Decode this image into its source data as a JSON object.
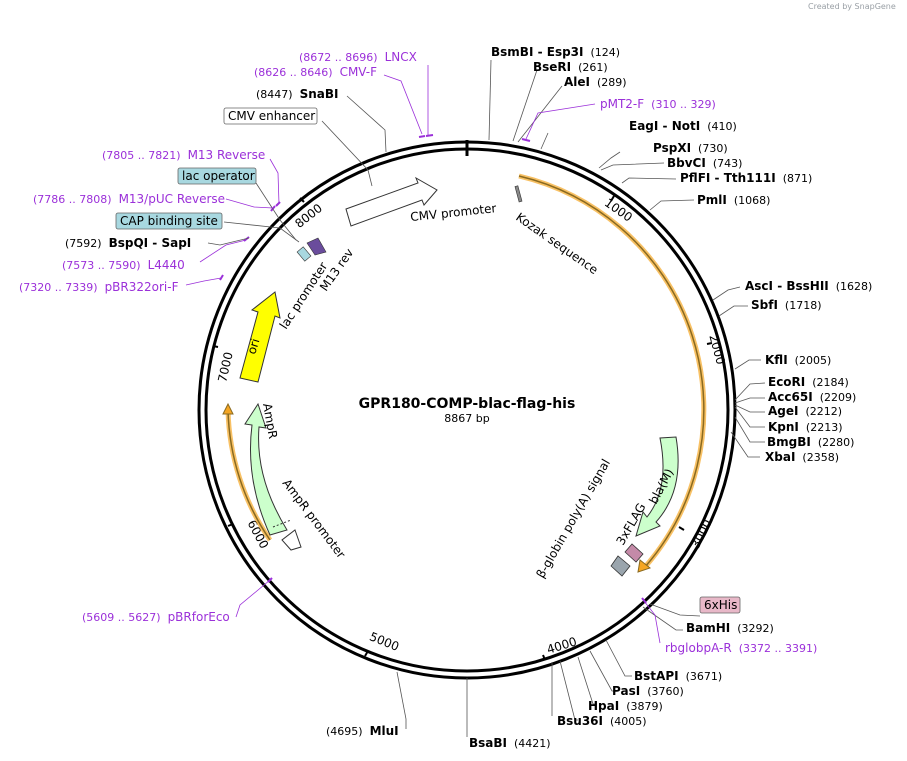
{
  "watermark": "Created by SnapGene",
  "plasmid": {
    "name": "GPR180-COMP-blac-flag-his",
    "length": "8867 bp"
  },
  "colors": {
    "backbone": "#000000",
    "primer": "#9b30d9",
    "ori": "#ffff00",
    "ampr": "#ccffcc",
    "bla": "#ccffcc",
    "orf": "#f5a623",
    "box_blue": "#a8d8e0",
    "box_pink": "#e8b8c8",
    "flag": "#c48aa8",
    "grey_feature": "#9aa5ad",
    "promoter": "#ffffff"
  },
  "ticks": [
    "1000",
    "2000",
    "3000",
    "4000",
    "5000",
    "6000",
    "7000",
    "8000"
  ],
  "enzymes": [
    {
      "name": "BsmBI",
      "name2": "Esp3I",
      "pos": "(124)"
    },
    {
      "name": "BseRI",
      "pos": "(261)"
    },
    {
      "name": "AleI",
      "pos": "(289)"
    },
    {
      "name": "EagI",
      "name2": "NotI",
      "pos": "(410)"
    },
    {
      "name": "PspXI",
      "pos": "(730)"
    },
    {
      "name": "BbvCI",
      "pos": "(743)"
    },
    {
      "name": "PflFI",
      "name2": "Tth111I",
      "pos": "(871)"
    },
    {
      "name": "PmlI",
      "pos": "(1068)"
    },
    {
      "name": "AscI",
      "name2": "BssHII",
      "pos": "(1628)"
    },
    {
      "name": "SbfI",
      "pos": "(1718)"
    },
    {
      "name": "KflI",
      "pos": "(2005)"
    },
    {
      "name": "EcoRI",
      "pos": "(2184)"
    },
    {
      "name": "Acc65I",
      "pos": "(2209)"
    },
    {
      "name": "AgeI",
      "pos": "(2212)"
    },
    {
      "name": "KpnI",
      "pos": "(2213)"
    },
    {
      "name": "BmgBI",
      "pos": "(2280)"
    },
    {
      "name": "XbaI",
      "pos": "(2358)"
    },
    {
      "name": "BamHI",
      "pos": "(3292)"
    },
    {
      "name": "BstAPI",
      "pos": "(3671)"
    },
    {
      "name": "PasI",
      "pos": "(3760)"
    },
    {
      "name": "HpaI",
      "pos": "(3879)"
    },
    {
      "name": "Bsu36I",
      "pos": "(4005)"
    },
    {
      "name": "BsaBI",
      "pos": "(4421)"
    },
    {
      "name": "MluI",
      "pos": "(4695)"
    },
    {
      "name": "SnaBI",
      "pos": "(8447)"
    },
    {
      "name": "BspQI",
      "name2": "SapI",
      "pos": "(7592)"
    }
  ],
  "primers": [
    {
      "name": "LNCX",
      "range": "(8672 .. 8696)"
    },
    {
      "name": "CMV-F",
      "range": "(8626 .. 8646)"
    },
    {
      "name": "pMT2-F",
      "range": "(310 .. 329)"
    },
    {
      "name": "M13 Reverse",
      "range": "(7805 .. 7821)"
    },
    {
      "name": "M13/pUC Reverse",
      "range": "(7786 .. 7808)"
    },
    {
      "name": "L4440",
      "range": "(7573 .. 7590)"
    },
    {
      "name": "pBR322ori-F",
      "range": "(7320 .. 7339)"
    },
    {
      "name": "rbglobpA-R",
      "range": "(3372 .. 3391)"
    },
    {
      "name": "pBRforEco",
      "range": "(5609 .. 5627)"
    }
  ],
  "boxed_labels": {
    "cmv_enhancer": "CMV enhancer",
    "lac_operator": "lac operator",
    "cap_site": "CAP binding site",
    "his": "6xHis"
  },
  "features": {
    "cmv_promoter": "CMV promoter",
    "kozak": "Kozak sequence",
    "lac_promoter": "lac promoter",
    "m13_rev": "M13 rev",
    "ori": "ori",
    "ampr": "AmpR",
    "ampr_promoter": "AmpR promoter",
    "bla": "bla(M)",
    "flag": "3xFLAG",
    "polya": "β-globin poly(A) signal"
  }
}
